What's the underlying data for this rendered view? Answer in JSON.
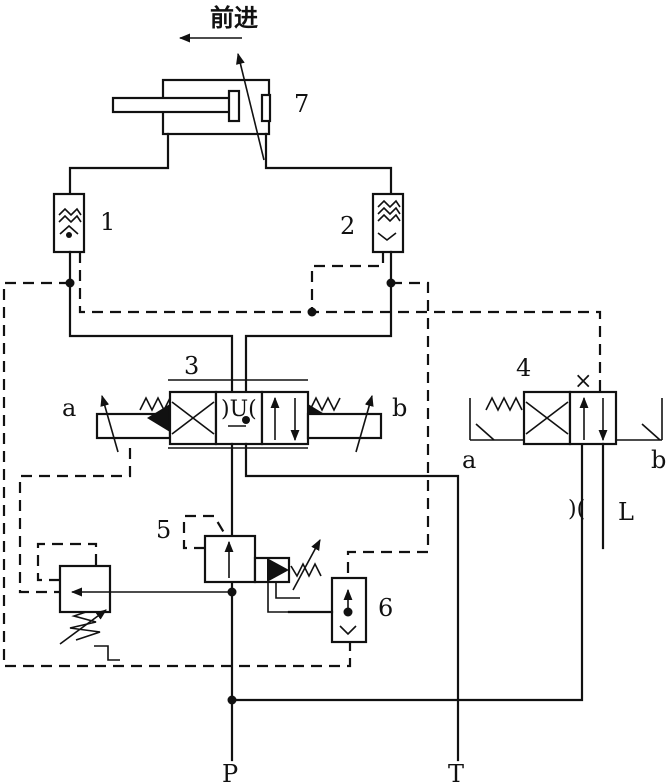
{
  "title": "前进",
  "components": {
    "cylinder": "7",
    "check_left": "1",
    "check_right": "2",
    "main_valve": "3",
    "pilot_valve": "4",
    "relief_valve": "5",
    "shuttle_valve": "6"
  },
  "ports": {
    "a_left": "a",
    "b_left": "b",
    "a_right": "a",
    "b_right": "b",
    "pressure": "P",
    "tank": "T",
    "load": "L",
    "throttle": ")(",
    "cross_mark": "×",
    "center_symbol": ")U("
  }
}
